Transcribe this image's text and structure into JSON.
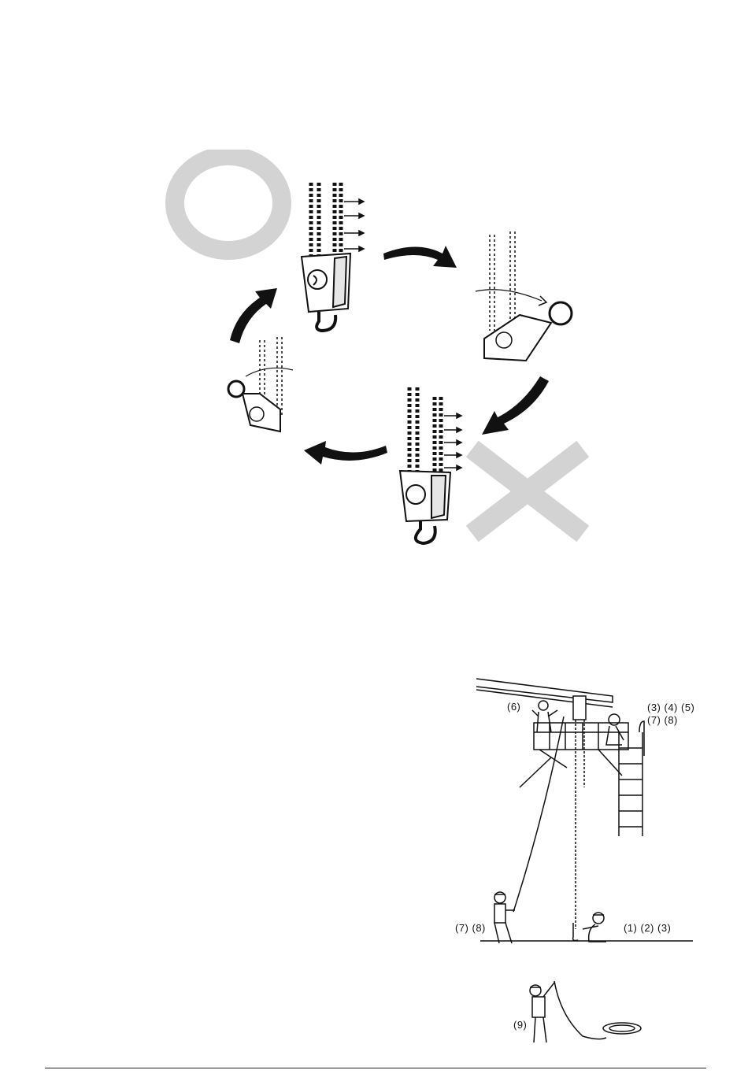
{
  "hoist_diagram": {
    "correct_mark": "O",
    "incorrect_mark": "X",
    "colors": {
      "mark_gray": "#d3d3d3",
      "ink": "#111111"
    }
  },
  "work_scene": {
    "labels": {
      "top_left": "(6)",
      "top_right_line1": "(3)  (4)  (5)",
      "top_right_line2": "(7)  (8)",
      "ground_left": "(7)  (8)",
      "ground_right": "(1) (2)  (3)",
      "bottom": "(9)"
    }
  }
}
